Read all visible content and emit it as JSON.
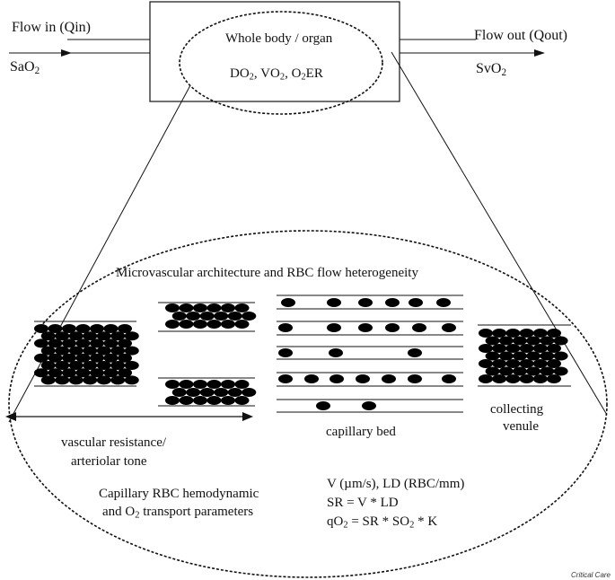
{
  "top": {
    "flow_in": "Flow in (Qin)",
    "sao2": {
      "base": "SaO",
      "sub": "2"
    },
    "flow_out": "Flow out (Qout)",
    "svo2": {
      "base": "SvO",
      "sub": "2"
    },
    "organ_title": "Whole body / organ",
    "organ_params": {
      "do": "DO",
      "do_sub": "2",
      "vo": ", VO",
      "vo_sub": "2",
      "er": ", O",
      "er_sub": "2",
      "er_tail": "ER"
    }
  },
  "micro": {
    "title": "Microvascular architecture and RBC flow heterogeneity",
    "capillary_bed": "capillary bed",
    "collecting_venule_1": "collecting",
    "collecting_venule_2": "venule",
    "resistance_1": "vascular resistance/",
    "resistance_2": "arteriolar tone",
    "params_1": "Capillary RBC hemodynamic",
    "params_2a": "and O",
    "params_2sub": "2",
    "params_2b": " transport parameters",
    "eq1": "V (µm/s), LD (RBC/mm)",
    "eq2": "SR = V * LD",
    "eq3a": "qO",
    "eq3sub1": "2",
    "eq3b": " = SR * SO",
    "eq3sub2": "2",
    "eq3c": " * K"
  },
  "credit": "Critical Care"
}
